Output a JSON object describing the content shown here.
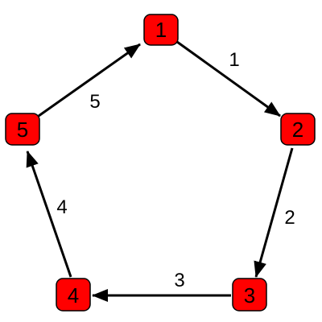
{
  "diagram": {
    "type": "directed-cycle-graph",
    "node_fill": "#ff0000",
    "node_stroke": "#000000",
    "edge_color": "#000000",
    "nodes": [
      {
        "id": "n1",
        "label": "1"
      },
      {
        "id": "n2",
        "label": "2"
      },
      {
        "id": "n3",
        "label": "3"
      },
      {
        "id": "n4",
        "label": "4"
      },
      {
        "id": "n5",
        "label": "5"
      }
    ],
    "edges": [
      {
        "from": "n1",
        "to": "n2",
        "label": "1"
      },
      {
        "from": "n2",
        "to": "n3",
        "label": "2"
      },
      {
        "from": "n3",
        "to": "n4",
        "label": "3"
      },
      {
        "from": "n4",
        "to": "n5",
        "label": "4"
      },
      {
        "from": "n5",
        "to": "n1",
        "label": "5"
      }
    ]
  }
}
